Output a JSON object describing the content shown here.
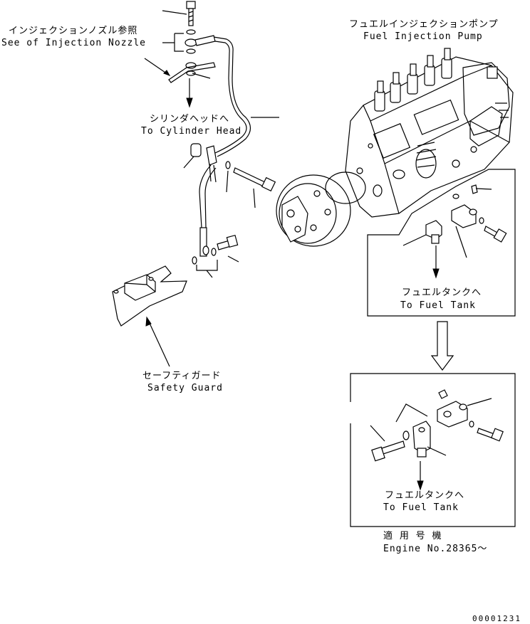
{
  "labels": {
    "injection_nozzle_jp": "インジェクションノズル参照",
    "injection_nozzle_en": "See of Injection Nozzle",
    "fuel_pump_jp": "フュエルインジェクションポンプ",
    "fuel_pump_en": "Fuel Injection Pump",
    "cylinder_head_jp": "シリンダヘッドへ",
    "cylinder_head_en": "To Cylinder Head",
    "fuel_tank_jp": "フュエルタンクへ",
    "fuel_tank_en": "To Fuel Tank",
    "fuel_tank2_jp": "フュエルタンクへ",
    "fuel_tank2_en": "To Fuel Tank",
    "safety_guard_jp": "セーフティガード",
    "safety_guard_en": "Safety Guard",
    "engine_no_jp": "適 用 号 機",
    "engine_no_en": "Engine No.28365～",
    "drawing_no": "00001231"
  }
}
